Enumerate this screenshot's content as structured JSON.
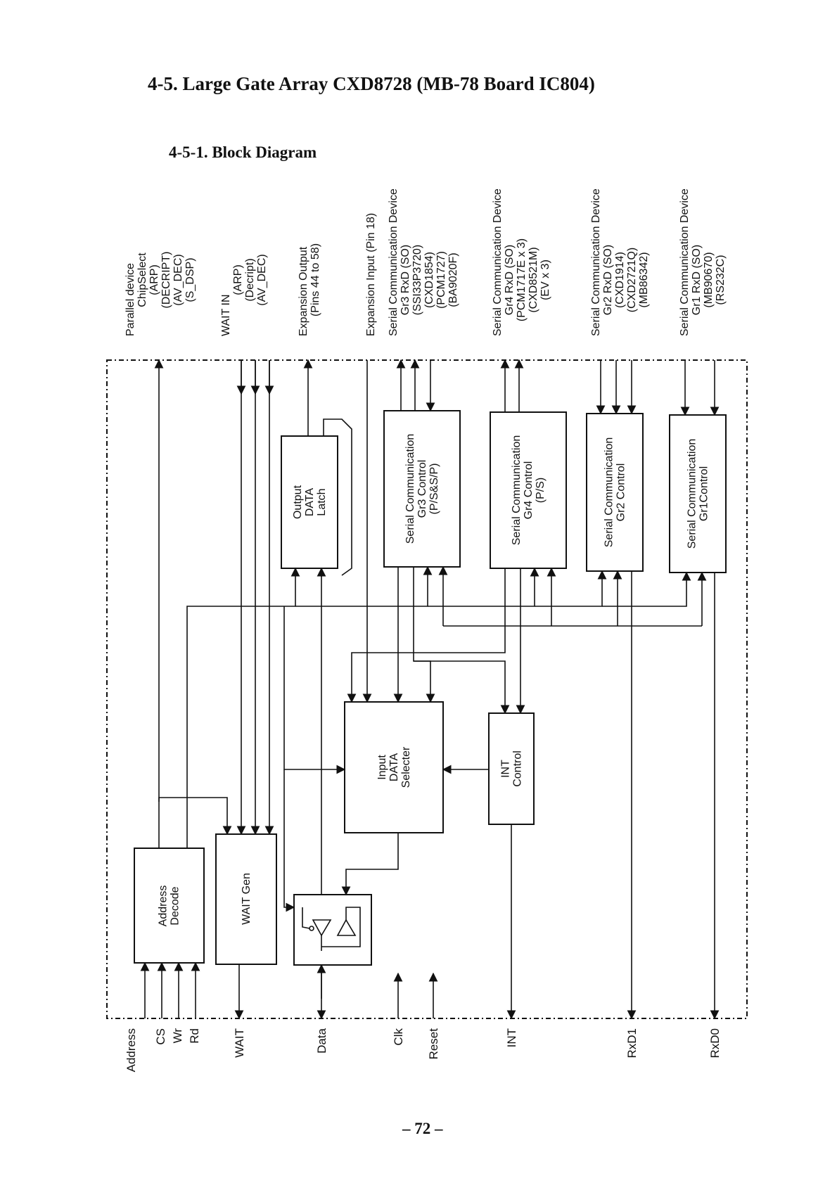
{
  "page": {
    "title": "4-5. Large Gate Array CXD8728 (MB-78 Board IC804)",
    "subtitle": "4-5-1. Block Diagram",
    "page_number": "– 72 –"
  },
  "top_labels": [
    {
      "id": "parallel",
      "lines": [
        "Parallel device",
        "ChipSelect",
        "(ARP)",
        "(DECRIPT)",
        "(AV_DEC)",
        "(S_DSP)"
      ]
    },
    {
      "id": "wait-in",
      "lines": [
        "WAIT  IN",
        "(ARP)",
        "(Decript)",
        "(AV_DEC)"
      ]
    },
    {
      "id": "expansion-output",
      "lines": [
        "Expansion Output",
        "(Pins 44 to 58)"
      ]
    },
    {
      "id": "expansion-input",
      "lines": [
        "Expansion Input (Pin 18)"
      ]
    },
    {
      "id": "gr3-device",
      "lines": [
        "Serial Communication Device",
        "Gr3 RxD (SO)",
        "(SSI33P3720)",
        "(CXD1854)",
        "(PCM1727)",
        "(BA9020F)"
      ]
    },
    {
      "id": "gr4-device",
      "lines": [
        "Serial Communication Device",
        "Gr4 RxD (SO)",
        "(PCM1717E x 3)",
        "(CXD8521M)",
        "(EV x 3)"
      ]
    },
    {
      "id": "gr2-device",
      "lines": [
        "Serial Communication Device",
        "Gr2 RxD (SO)",
        "(CXD1914)",
        "(CXD2721Q)",
        "(MB86342)"
      ]
    },
    {
      "id": "gr1-device",
      "lines": [
        "Serial Communication Device",
        "Gr1 RxD (SO)",
        "(MB90670)",
        "(RS232C)"
      ]
    }
  ],
  "blocks": {
    "output_latch": [
      "Output",
      "DATA",
      "Latch"
    ],
    "gr3_control": [
      "Serial Communication",
      "Gr3 Control",
      "(P/S&S/P)"
    ],
    "gr4_control": [
      "Serial Communication",
      "Gr4 Control",
      "(P/S)"
    ],
    "gr2_control": [
      "Serial Communication",
      "Gr2 Control"
    ],
    "gr1_control": [
      "Serial Communication",
      "Gr1Control"
    ],
    "input_selector": [
      "Input",
      "DATA",
      "Selecter"
    ],
    "int_control": [
      "INT",
      "Control"
    ],
    "address_decode": [
      "Address",
      "Decode"
    ],
    "wait_gen": [
      "WAIT Gen"
    ]
  },
  "bottom_labels": {
    "address": "Address",
    "cs": "CS",
    "wr": "Wr",
    "rd": "Rd",
    "wait": "WAIT",
    "data": "Data",
    "clk": "Clk",
    "reset": "Reset",
    "int": "INT",
    "rxd1": "RxD1",
    "rxd0": "RxD0"
  }
}
